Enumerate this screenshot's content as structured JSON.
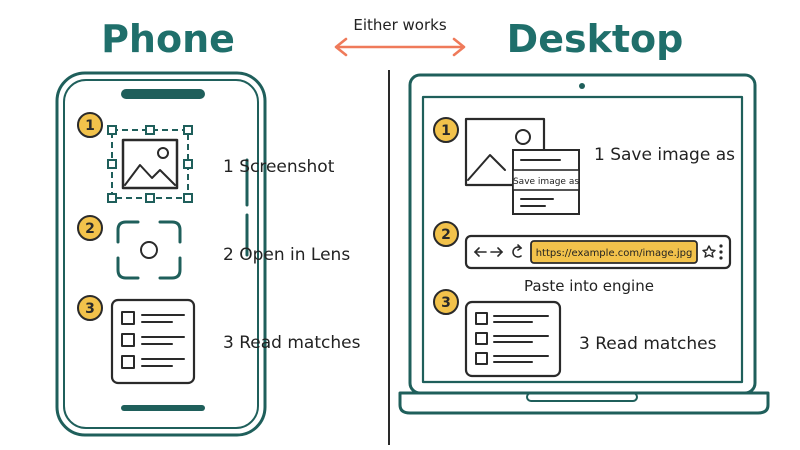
{
  "headers": {
    "phone": "Phone",
    "desktop": "Desktop",
    "either": "Either works"
  },
  "colors": {
    "teal": "#1f6f6b",
    "arrow": "#ef7a5a",
    "badge": "#f2c24b",
    "url_bar": "#f2c24b"
  },
  "phone": {
    "steps": [
      {
        "num": "1",
        "label": "1 Screenshot"
      },
      {
        "num": "2",
        "label": "2 Open in Lens"
      },
      {
        "num": "3",
        "label": "3 Read matches"
      }
    ]
  },
  "desktop": {
    "steps": [
      {
        "num": "1",
        "label": "1 Save image as"
      },
      {
        "num": "2",
        "label": "Paste into engine"
      },
      {
        "num": "3",
        "label": "3 Read matches"
      }
    ],
    "context_menu": "Save image as",
    "browser": {
      "url": "https://example.com/image.jpg"
    }
  }
}
